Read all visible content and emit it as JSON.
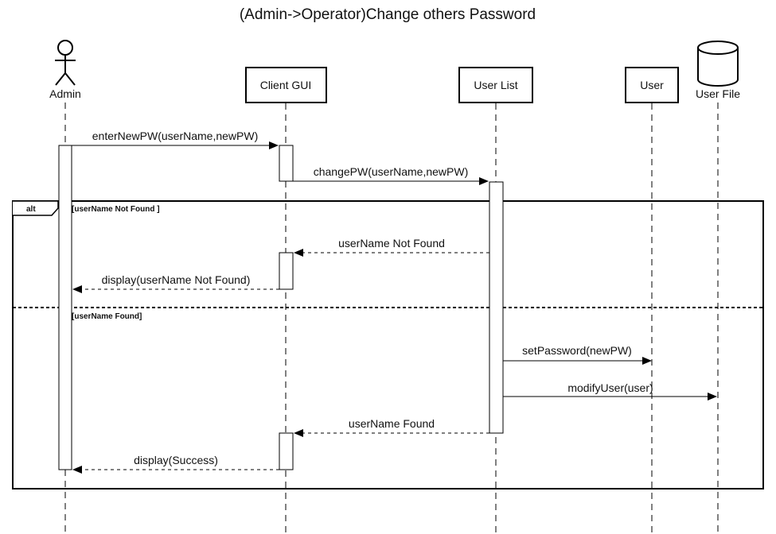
{
  "title": "(Admin->Operator)Change others Password",
  "participants": {
    "admin": "Admin",
    "client_gui": "Client GUI",
    "user_list": "User List",
    "user": "User",
    "user_file": "User File"
  },
  "fragment": {
    "operator": "alt",
    "guard_not_found": "[userName Not Found ]",
    "guard_found": "[userName Found]"
  },
  "messages": {
    "enter_new_pw": "enterNewPW(userName,newPW)",
    "change_pw": "changePW(userName,newPW)",
    "not_found_reply": "userName Not Found",
    "display_not_found": "display(userName Not Found)",
    "set_password": "setPassword(newPW)",
    "modify_user": "modifyUser(user)",
    "found_reply": "userName Found",
    "display_success": "display(Success)"
  }
}
